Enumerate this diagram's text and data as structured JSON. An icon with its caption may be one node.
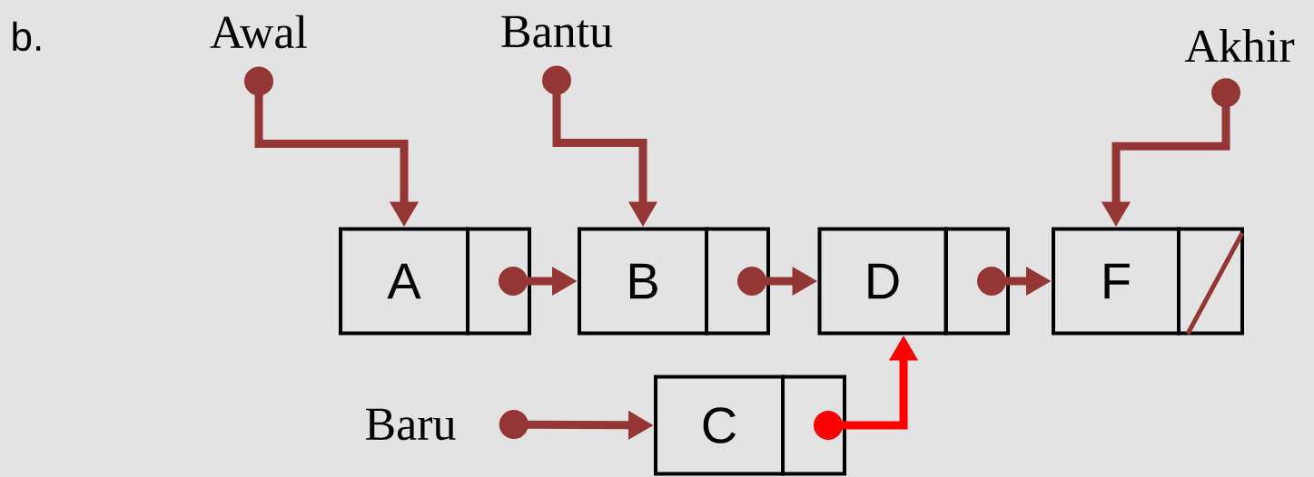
{
  "diagram": {
    "nodes": [
      {
        "text": [
          "Awal"
        ]
      },
      {
        "text": [
          "Bantu"
        ]
      },
      {
        "text": [
          "Akhir"
        ]
      },
      {
        "text": [
          "A"
        ]
      },
      {
        "text": [],
        "shape": "box"
      },
      {
        "text": [
          "B"
        ]
      },
      {
        "text": [],
        "shape": "box"
      },
      {
        "text": [
          "D"
        ]
      },
      {
        "text": [],
        "shape": "box"
      },
      {
        "text": [
          "F"
        ]
      },
      {
        "text": [],
        "shape": "box"
      },
      {
        "text": [
          "Baru"
        ]
      },
      {
        "text": [
          "C"
        ]
      },
      {
        "text": [],
        "shape": "box"
      }
    ],
    "edges": [
      {
        "from": 0,
        "to": 3,
        "arrow": "to"
      },
      {
        "from": 1,
        "to": 5,
        "arrow": "to"
      },
      {
        "from": 2,
        "to": 9,
        "arrow": "to"
      },
      {
        "from": 4,
        "to": 5,
        "arrow": "to"
      },
      {
        "from": 6,
        "to": 7,
        "arrow": "to"
      },
      {
        "from": 8,
        "to": 9,
        "arrow": "to"
      },
      {
        "from": 11,
        "to": 12,
        "arrow": "to"
      },
      {
        "from": 13,
        "to": 7,
        "arrow": "to",
        "color": "#ff0000"
      }
    ],
    "labels": [
      "b."
    ]
  }
}
